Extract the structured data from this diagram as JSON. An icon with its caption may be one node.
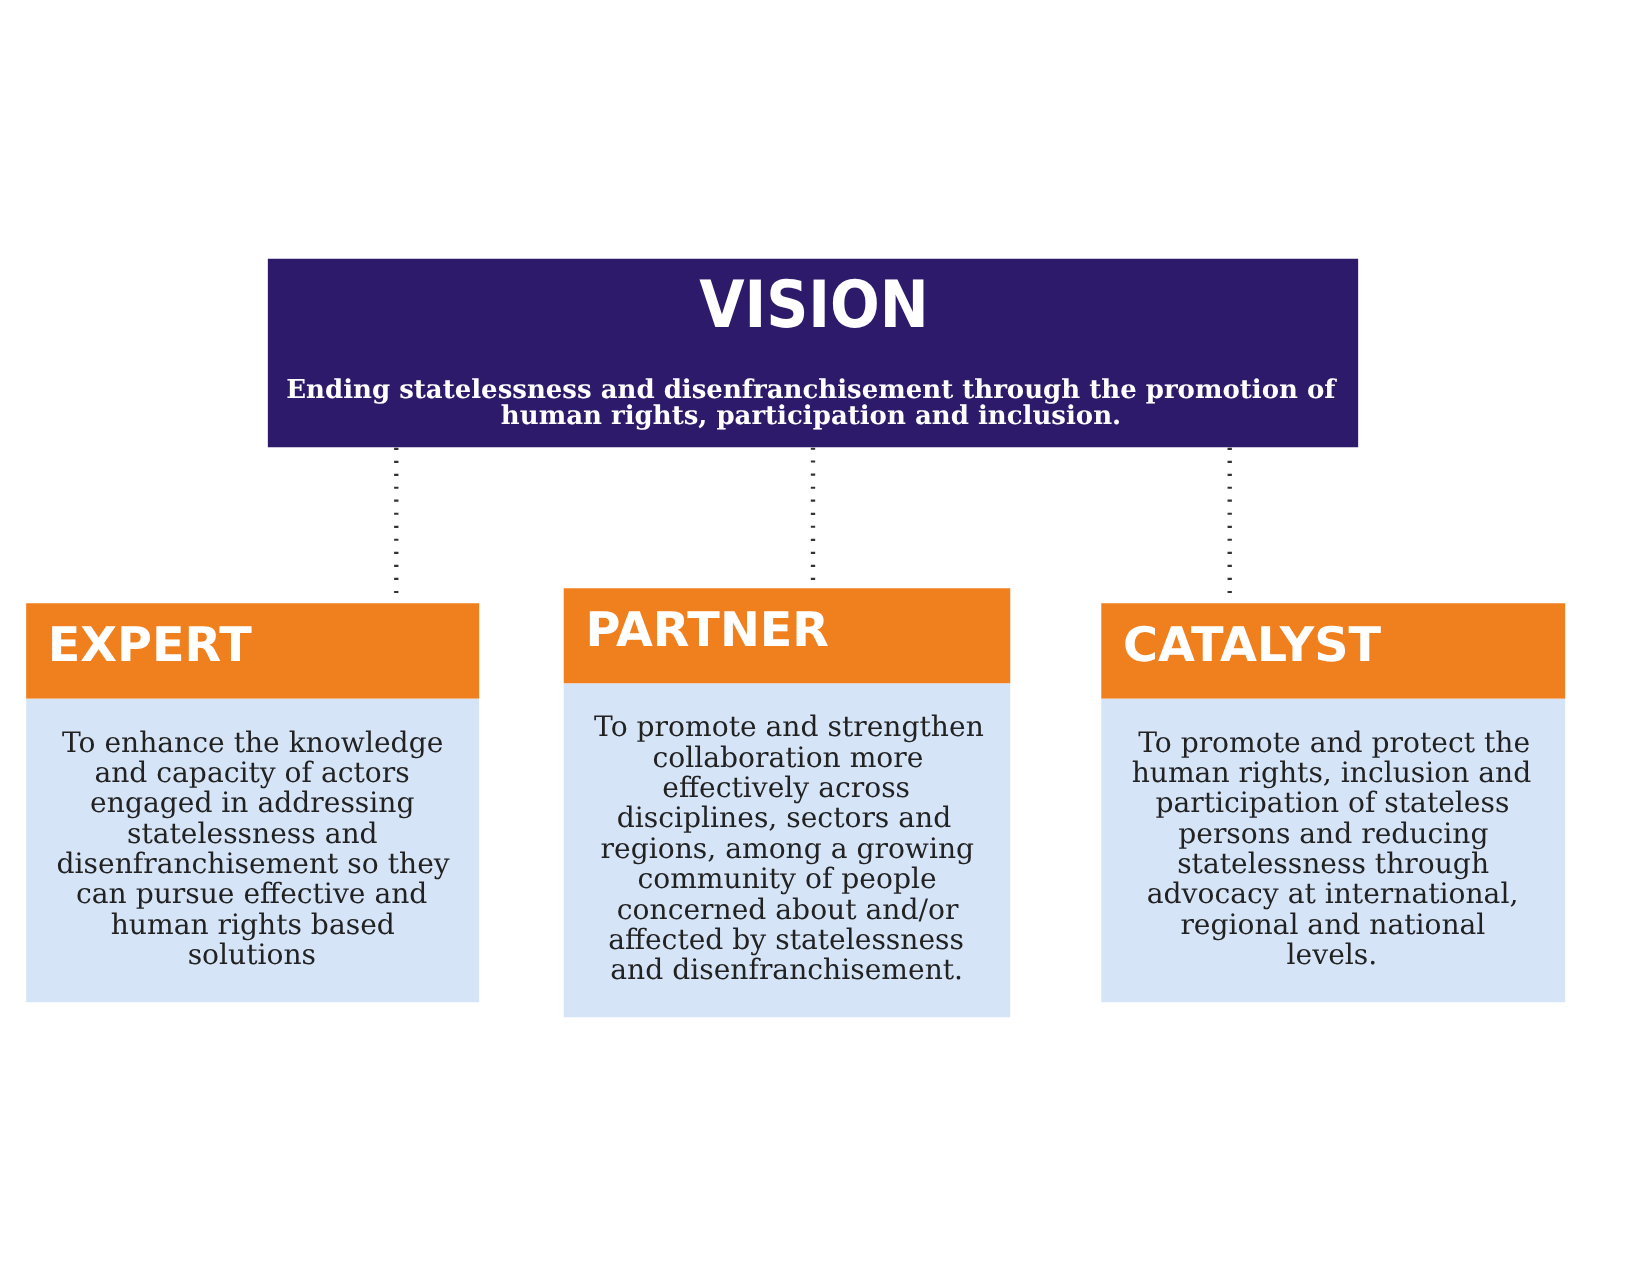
{
  "diagram": {
    "nodes": [
      {
        "text": [
          "VISION",
          "Ending statelessness and disenfranchisement through the promotion of human rights, participation and inclusion."
        ]
      },
      {
        "text": [
          "EXPERT",
          "To enhance the knowledge and capacity of actors engaged in addressing statelessness and disenfranchisement so they can pursue effective and human rights based solutions"
        ]
      },
      {
        "text": [
          "PARTNER",
          "To promote and strengthen collaboration more effectively across disciplines, sectors and regions, among a growing community of people concerned about and/or affected by statelessness and disenfranchisement."
        ]
      },
      {
        "text": [
          "CATALYST",
          "To promote and protect the human rights, inclusion and participation of stateless persons and reducing statelessness through advocacy at international, regional and national levels."
        ]
      }
    ],
    "edges": [
      {
        "from": 0,
        "to": 1,
        "arrow": "none",
        "style": "dashed"
      },
      {
        "from": 0,
        "to": 2,
        "arrow": "none",
        "style": "dashed"
      },
      {
        "from": 0,
        "to": 3,
        "arrow": "none",
        "style": "dashed"
      }
    ]
  }
}
